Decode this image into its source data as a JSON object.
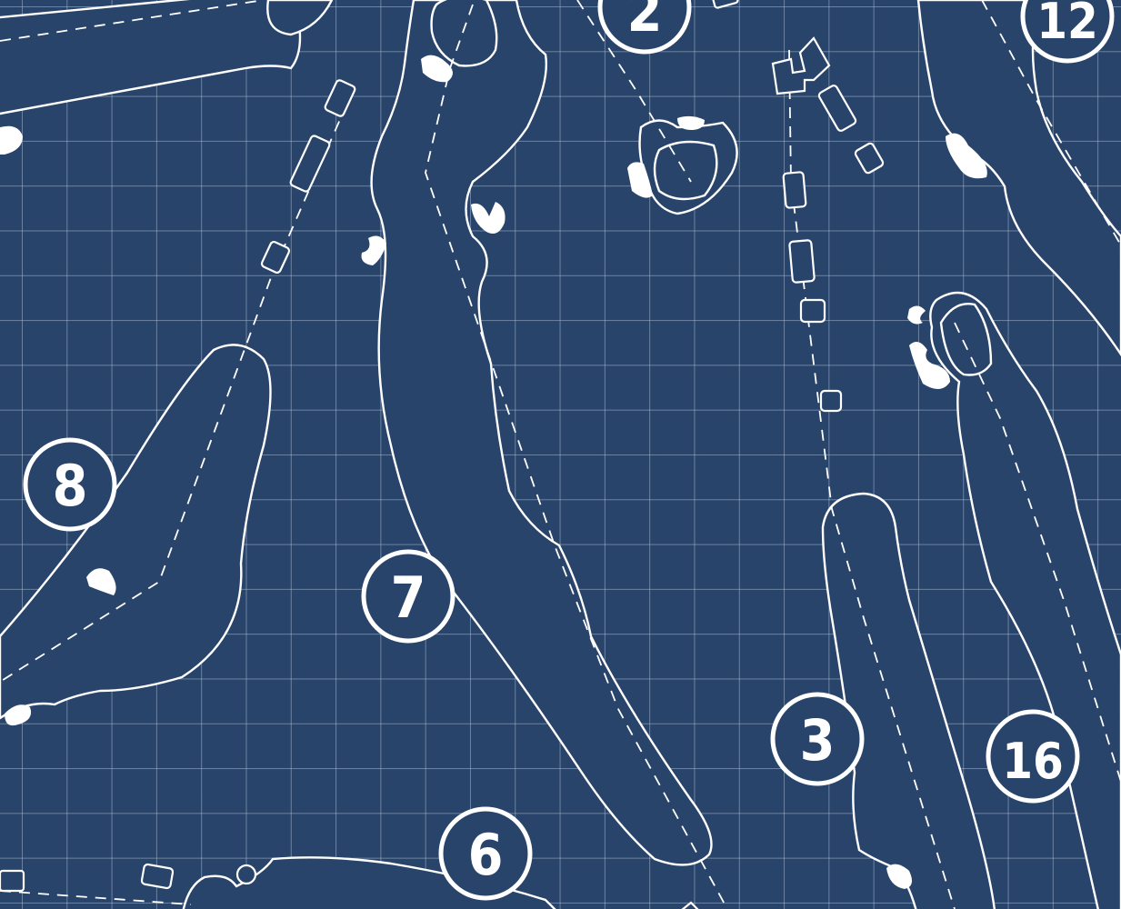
{
  "map": {
    "style": "blueprint",
    "colors": {
      "background": "#29446a",
      "line": "#ffffff",
      "grid": "#8ea3c0"
    },
    "holes": [
      {
        "id": "hole-2",
        "label": "2"
      },
      {
        "id": "hole-12",
        "label": "12"
      },
      {
        "id": "hole-8",
        "label": "8"
      },
      {
        "id": "hole-7",
        "label": "7"
      },
      {
        "id": "hole-3",
        "label": "3"
      },
      {
        "id": "hole-16",
        "label": "16"
      },
      {
        "id": "hole-6",
        "label": "6"
      }
    ]
  }
}
